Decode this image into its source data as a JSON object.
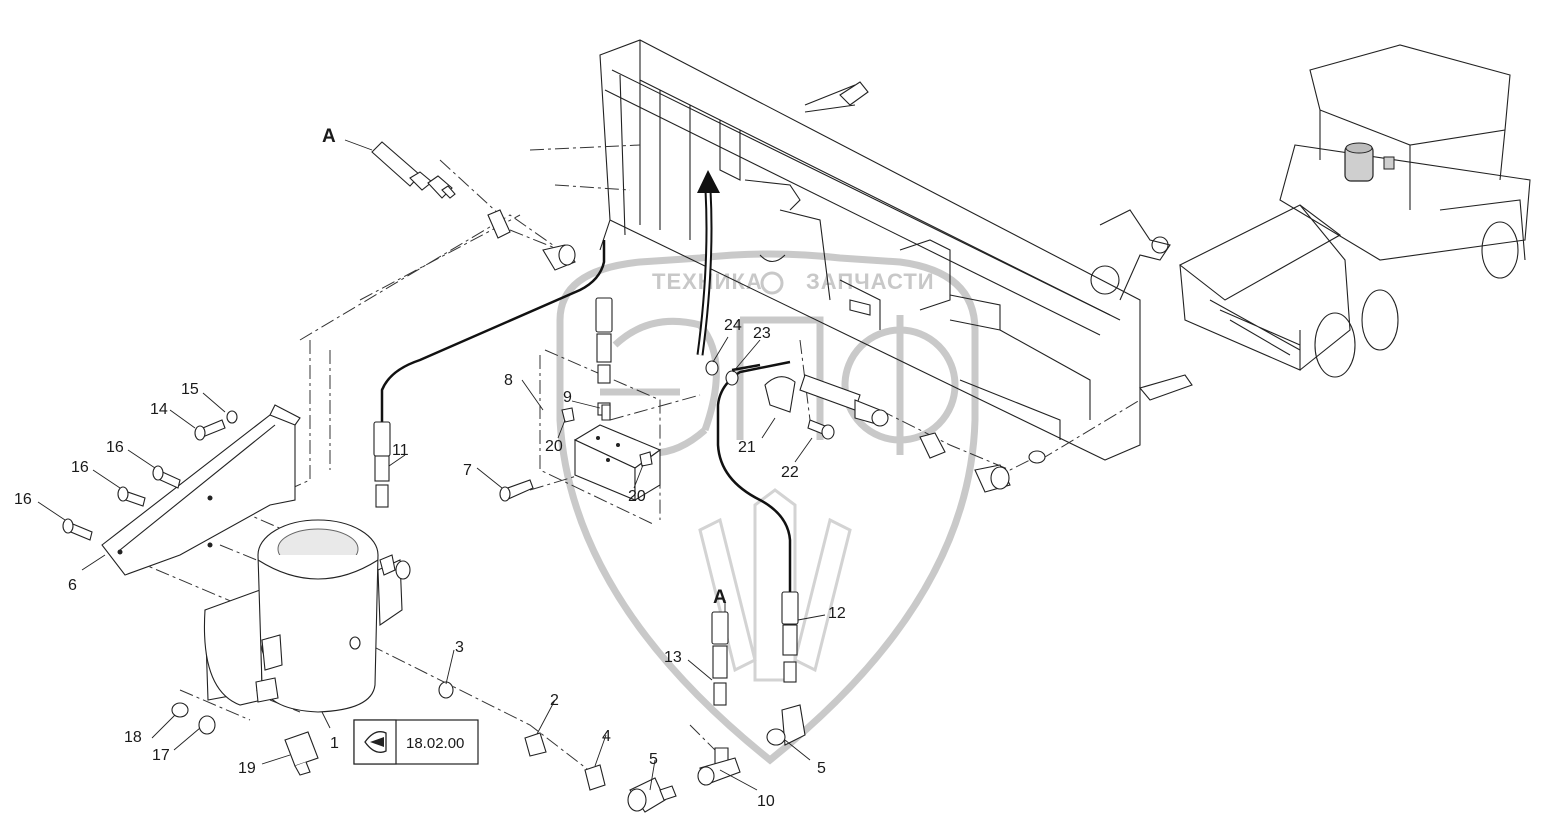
{
  "watermark": {
    "left_word": "ТЕХНИКА",
    "right_word": "ЗАПЧАСТИ",
    "logo": "ЭПФ"
  },
  "reference_box": {
    "icon": "eye-icon",
    "text": "18.02.00"
  },
  "view_marker": "A",
  "callouts": [
    "1",
    "2",
    "3",
    "4",
    "5",
    "5",
    "6",
    "7",
    "8",
    "9",
    "10",
    "11",
    "12",
    "13",
    "14",
    "15",
    "16",
    "16",
    "16",
    "17",
    "18",
    "19",
    "20",
    "20",
    "21",
    "22",
    "23",
    "24"
  ]
}
